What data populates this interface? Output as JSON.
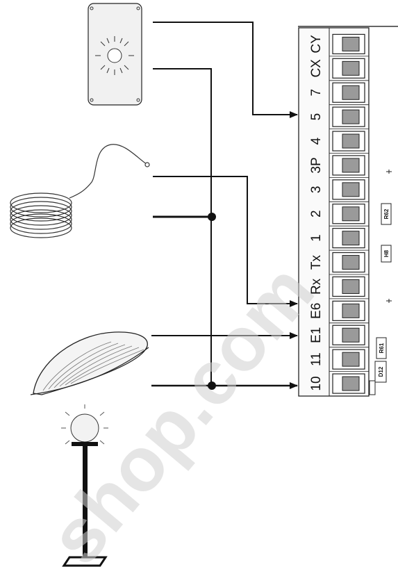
{
  "terminals": [
    "CY",
    "CX",
    "7",
    "5",
    "4",
    "3P",
    "3",
    "2",
    "1",
    "Tx",
    "Rx",
    "E6",
    "E1",
    "11",
    "10"
  ],
  "board_components": [
    "R62",
    "H8",
    "R61",
    "D12"
  ],
  "watermark": "shop.com",
  "devices": [
    {
      "name": "photocell",
      "icon": "sun-sensor-icon"
    },
    {
      "name": "coil-probe",
      "icon": "temperature-probe-icon"
    },
    {
      "name": "presence-sensor",
      "icon": "sensor-dome-icon"
    },
    {
      "name": "lamp-post",
      "icon": "lamp-icon"
    }
  ],
  "colors": {
    "line": "#111111",
    "block": "#f2f2f2",
    "slot": "#9a9a9a",
    "panel": "#f1f1f1"
  }
}
